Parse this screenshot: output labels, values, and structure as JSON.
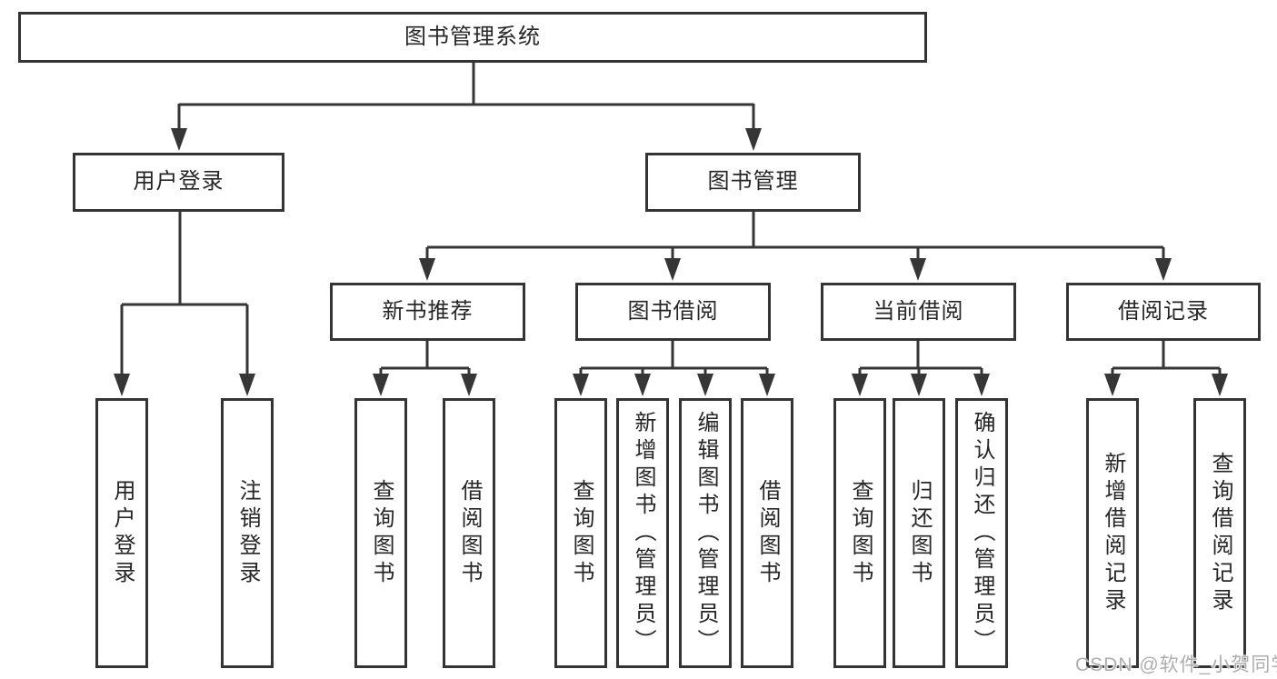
{
  "diagram": {
    "root": {
      "label": "图书管理系统"
    },
    "branches": [
      {
        "label": "用户登录",
        "children": [
          {
            "label": "用户登录"
          },
          {
            "label": "注销登录"
          }
        ]
      },
      {
        "label": "图书管理",
        "children": [
          {
            "label": "新书推荐",
            "children": [
              {
                "label": "查询图书"
              },
              {
                "label": "借阅图书"
              }
            ]
          },
          {
            "label": "图书借阅",
            "children": [
              {
                "label": "查询图书"
              },
              {
                "label": "新增图书（管理员）"
              },
              {
                "label": "编辑图书（管理员）"
              },
              {
                "label": "借阅图书"
              }
            ]
          },
          {
            "label": "当前借阅",
            "children": [
              {
                "label": "查询图书"
              },
              {
                "label": "归还图书"
              },
              {
                "label": "确认归还（管理员）"
              }
            ]
          },
          {
            "label": "借阅记录",
            "children": [
              {
                "label": "新增借阅记录"
              },
              {
                "label": "查询借阅记录"
              }
            ]
          }
        ]
      }
    ]
  },
  "watermark": {
    "text": "CSDN @软件_小贺同学"
  },
  "colors": {
    "line": "#363636",
    "border": "#343434",
    "text": "#262626",
    "background": "#ffffff",
    "watermark": "#aeaeae"
  }
}
